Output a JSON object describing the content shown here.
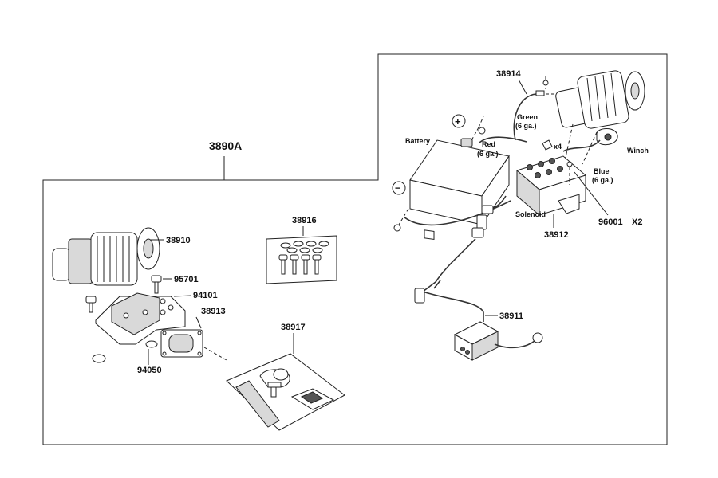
{
  "assembly": {
    "number": "3890A"
  },
  "parts": {
    "winch_main": "38910",
    "bolt_set": "38916",
    "kit": "38917",
    "bolt_1": "95701",
    "plate": "94101",
    "fairlead": "38913",
    "nut": "94050",
    "ground_wire": "38914",
    "solenoid": "38912",
    "switch_harness": "38911",
    "screw": "96001",
    "screw_qty": "X2"
  },
  "labels": {
    "battery": "Battery",
    "winch": "Winch",
    "solenoid": "Solenoid",
    "plus": "+",
    "minus": "−",
    "green": "Green",
    "green_gauge": "(6 ga.)",
    "red": "Red",
    "red_gauge": "(6 ga.)",
    "blue": "Blue",
    "blue_gauge": "(6 ga.)",
    "x4": "x4"
  },
  "colors": {
    "line": "#222222",
    "background": "#ffffff"
  }
}
